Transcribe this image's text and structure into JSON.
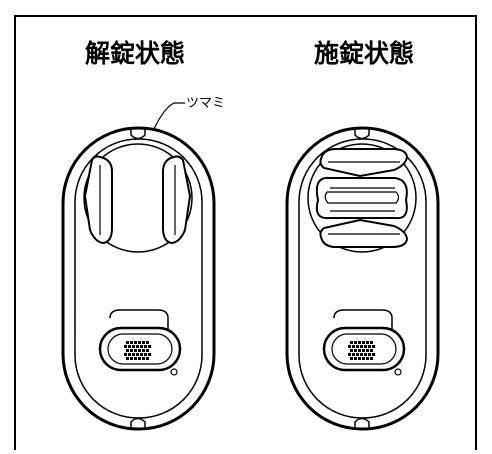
{
  "panels": {
    "unlocked": {
      "title": "解錠状態"
    },
    "locked": {
      "title": "施錠状態"
    }
  },
  "callout": {
    "label": "ツマミ"
  },
  "colors": {
    "stroke": "#000000",
    "background": "#ffffff"
  }
}
